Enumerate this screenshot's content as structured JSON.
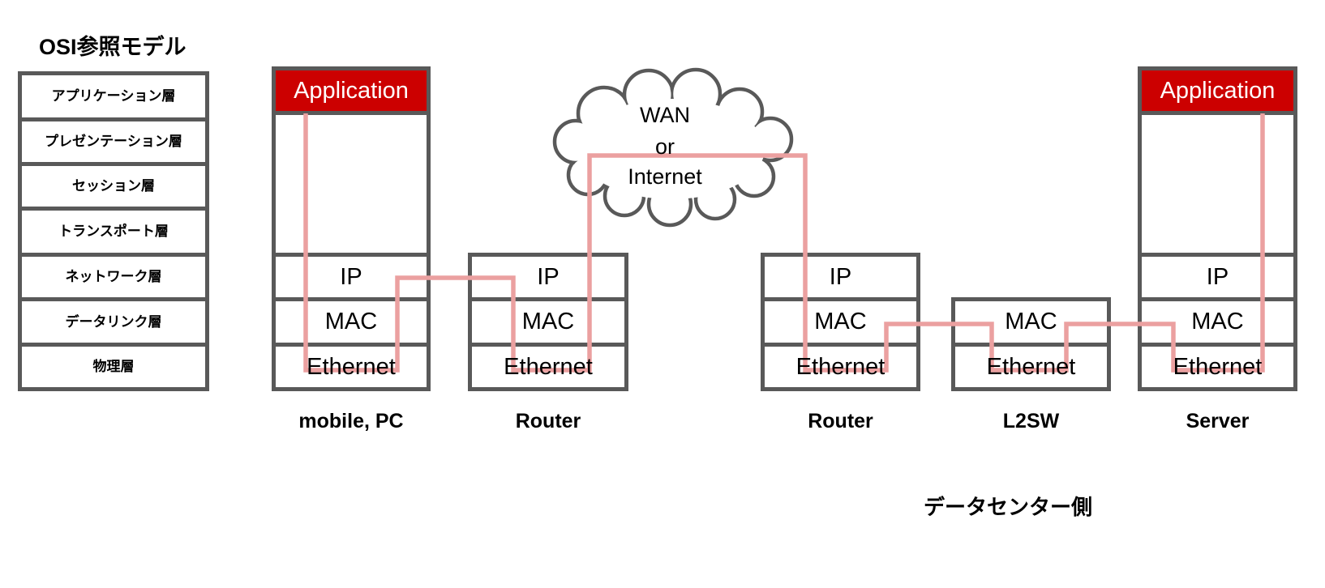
{
  "osi": {
    "title": "OSI参照モデル",
    "layers": [
      "アプリケーション層",
      "プレゼンテーション層",
      "セッション層",
      "トランスポート層",
      "ネットワーク層",
      "データリンク層",
      "物理層"
    ]
  },
  "cloud": {
    "line1": "WAN",
    "line2": "or",
    "line3": "Internet"
  },
  "stacks": {
    "mobile": {
      "app": "Application",
      "ip": "IP",
      "mac": "MAC",
      "eth": "Ethernet",
      "label": "mobile, PC"
    },
    "router1": {
      "ip": "IP",
      "mac": "MAC",
      "eth": "Ethernet",
      "label": "Router"
    },
    "router2": {
      "ip": "IP",
      "mac": "MAC",
      "eth": "Ethernet",
      "label": "Router"
    },
    "l2sw": {
      "mac": "MAC",
      "eth": "Ethernet",
      "label": "L2SW"
    },
    "server": {
      "app": "Application",
      "ip": "IP",
      "mac": "MAC",
      "eth": "Ethernet",
      "label": "Server"
    }
  },
  "footer": {
    "datacenter": "データセンター側"
  },
  "colors": {
    "app_red": "#cc0000",
    "border_gray": "#595959",
    "flow_pink": "#eba0a0"
  }
}
